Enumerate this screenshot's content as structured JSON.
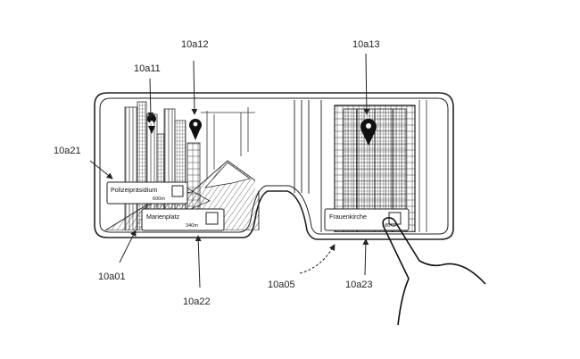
{
  "reference_labels": {
    "a11": "10a11",
    "a12": "10a12",
    "a13": "10a13",
    "a21": "10a21",
    "a01": "10a01",
    "a22": "10a22",
    "a05": "10a05",
    "a23": "10a23"
  },
  "cards": {
    "polizei": {
      "title": "Polizeipräsidium",
      "distance": "600m"
    },
    "marien": {
      "title": "Marienplatz",
      "distance": "340m"
    },
    "frauen": {
      "title": "Frauenkirche",
      "distance": "180"
    }
  },
  "icons": [
    "location-pin-icon",
    "checkbox-icon",
    "pointing-finger-icon"
  ],
  "colors": {
    "ink": "#222222",
    "background": "#ffffff"
  }
}
